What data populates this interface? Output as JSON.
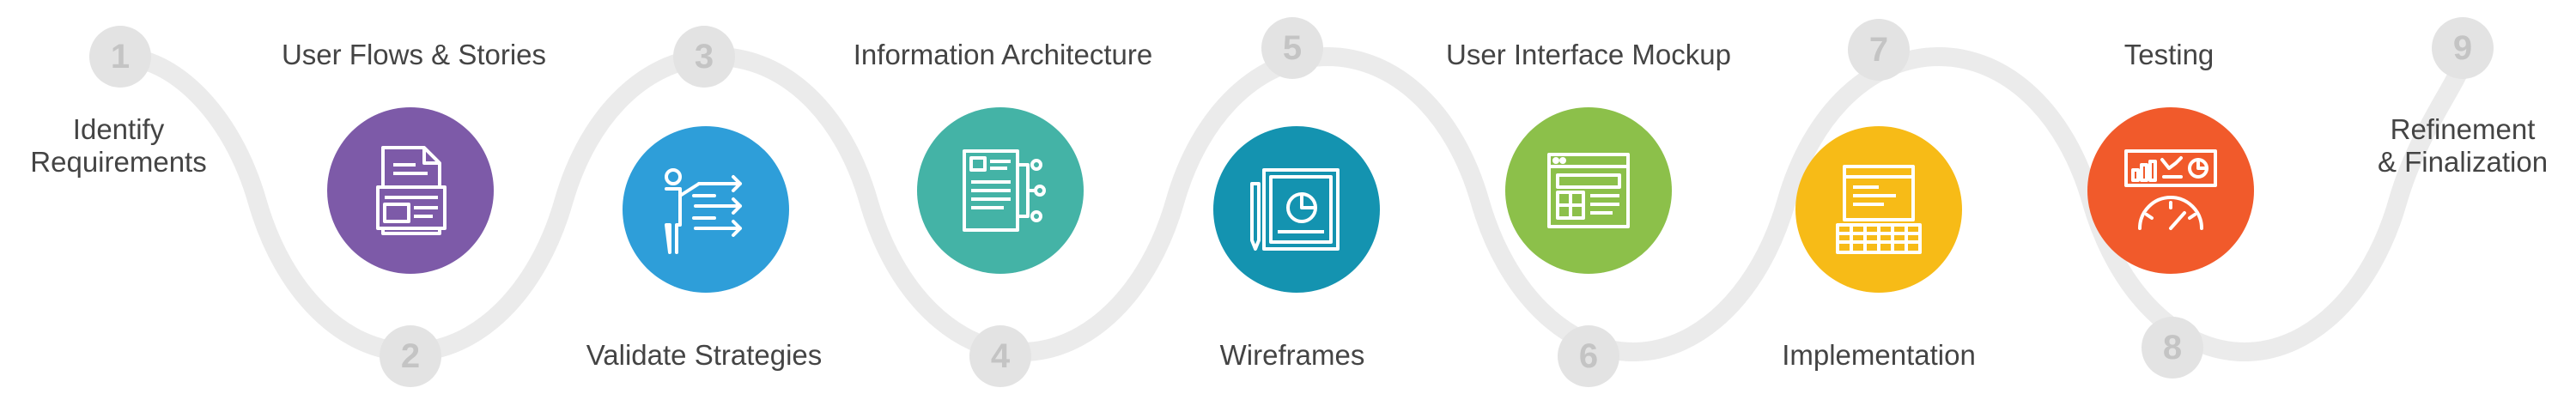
{
  "steps": [
    {
      "number": "1",
      "label_lines": [
        "Identify",
        "Requirements"
      ],
      "color": null
    },
    {
      "number": "2",
      "label_lines": [
        "User Flows & Stories"
      ],
      "color": "#7d5aa8",
      "icon": "document-form-icon"
    },
    {
      "number": "3",
      "label_lines": [
        "Validate Strategies"
      ],
      "color": "#2e9ed9",
      "icon": "presenter-arrows-icon"
    },
    {
      "number": "4",
      "label_lines": [
        "Information Architecture"
      ],
      "color": "#44b3a6",
      "icon": "document-hierarchy-icon"
    },
    {
      "number": "5",
      "label_lines": [
        "Wireframes"
      ],
      "color": "#1493b0",
      "icon": "wireframe-chart-icon"
    },
    {
      "number": "6",
      "label_lines": [
        "User Interface Mockup"
      ],
      "color": "#8cc04a",
      "icon": "browser-layout-icon"
    },
    {
      "number": "7",
      "label_lines": [
        "Implementation"
      ],
      "color": "#f7bb17",
      "icon": "code-keyboard-icon"
    },
    {
      "number": "8",
      "label_lines": [
        "Testing"
      ],
      "color": "#f15a2b",
      "icon": "dashboard-gauge-icon"
    },
    {
      "number": "9",
      "label_lines": [
        "Refinement",
        "& Finalization"
      ],
      "color": null
    }
  ],
  "wave_color": "#ebebeb",
  "badge_color": "#e3e3e3",
  "badge_text_color": "#c4c4c4",
  "label_color": "#444444"
}
